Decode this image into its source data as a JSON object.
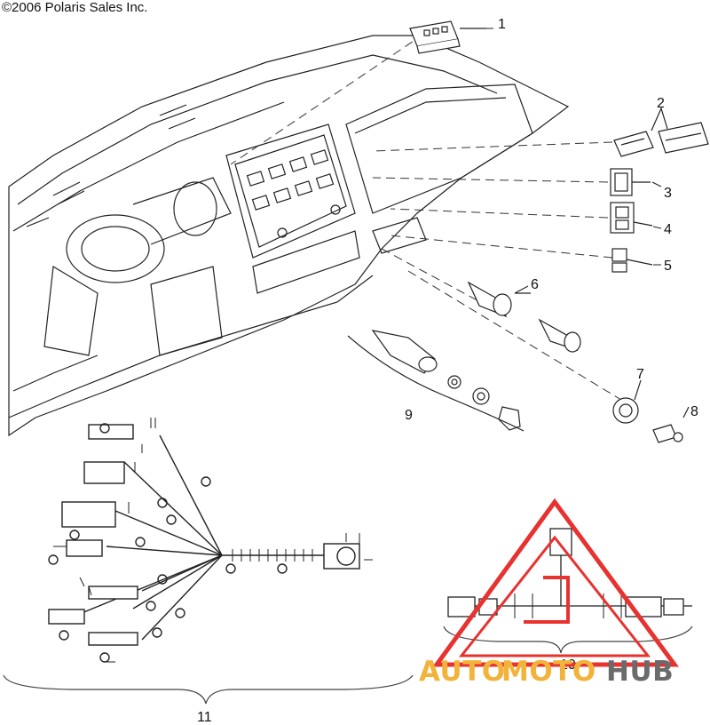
{
  "copyright": "©2006 Polaris Sales Inc.",
  "callouts": {
    "c1": "1",
    "c2": "2",
    "c3": "3",
    "c4": "4",
    "c5": "5",
    "c6": "6",
    "c7": "7",
    "c8": "8",
    "c9": "9",
    "c10": "10",
    "c11": "11"
  },
  "watermark": {
    "part_auto": "AUTO",
    "part_moto": "MOTO",
    "part_hub": "HUB",
    "colors": {
      "triangle": "#e8322f",
      "auto": "#f2b33a",
      "moto": "#f2b33a",
      "hub": "#6b6b6b"
    }
  },
  "colors": {
    "line": "#222222",
    "fill": "#ffffff"
  }
}
